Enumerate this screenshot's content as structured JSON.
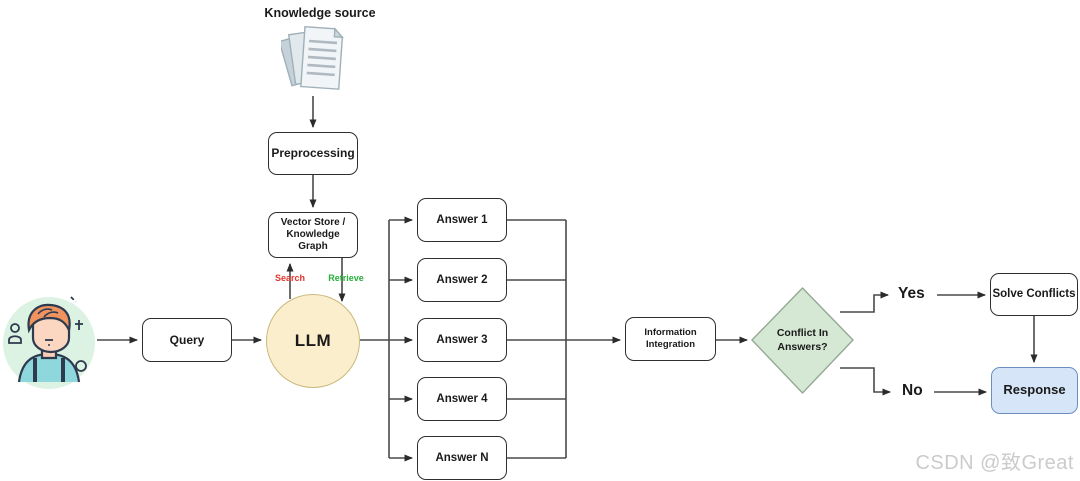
{
  "diagram": {
    "nodes": {
      "knowledge_source": {
        "label": "Knowledge source"
      },
      "preprocessing": {
        "label": "Preprocessing"
      },
      "vector_store": {
        "label": "Vector Store /\nKnowledge\nGraph"
      },
      "query": {
        "label": "Query"
      },
      "llm": {
        "label": "LLM"
      },
      "information_integration": {
        "label": "Information\nIntegration"
      },
      "conflict_decision": {
        "label": "Conflict In\nAnswers?"
      },
      "solve_conflicts": {
        "label": "Solve Conflicts"
      },
      "response": {
        "label": "Response"
      }
    },
    "answers": [
      {
        "label": "Answer 1"
      },
      {
        "label": "Answer 2"
      },
      {
        "label": "Answer 3"
      },
      {
        "label": "Answer 4"
      },
      {
        "label": "Answer N"
      }
    ],
    "edge_labels": {
      "search": "Search",
      "retrieve": "Retrieve",
      "yes": "Yes",
      "no": "No"
    },
    "icons": {
      "knowledge_source": "documents-stack-icon",
      "user": "user-avatar-illustration"
    },
    "colors": {
      "llm_fill": "#FBEECC",
      "llm_border": "#C9B97E",
      "decision_fill": "#D5E8D4",
      "decision_border": "#94A894",
      "response_fill": "#D6E6F8",
      "response_border": "#6C8EBF",
      "search_label": "#E2342B",
      "retrieve_label": "#27AE3B",
      "line": "#4A4A4A",
      "watermark": "#CBCBCB"
    },
    "watermark": "CSDN @致Great"
  }
}
